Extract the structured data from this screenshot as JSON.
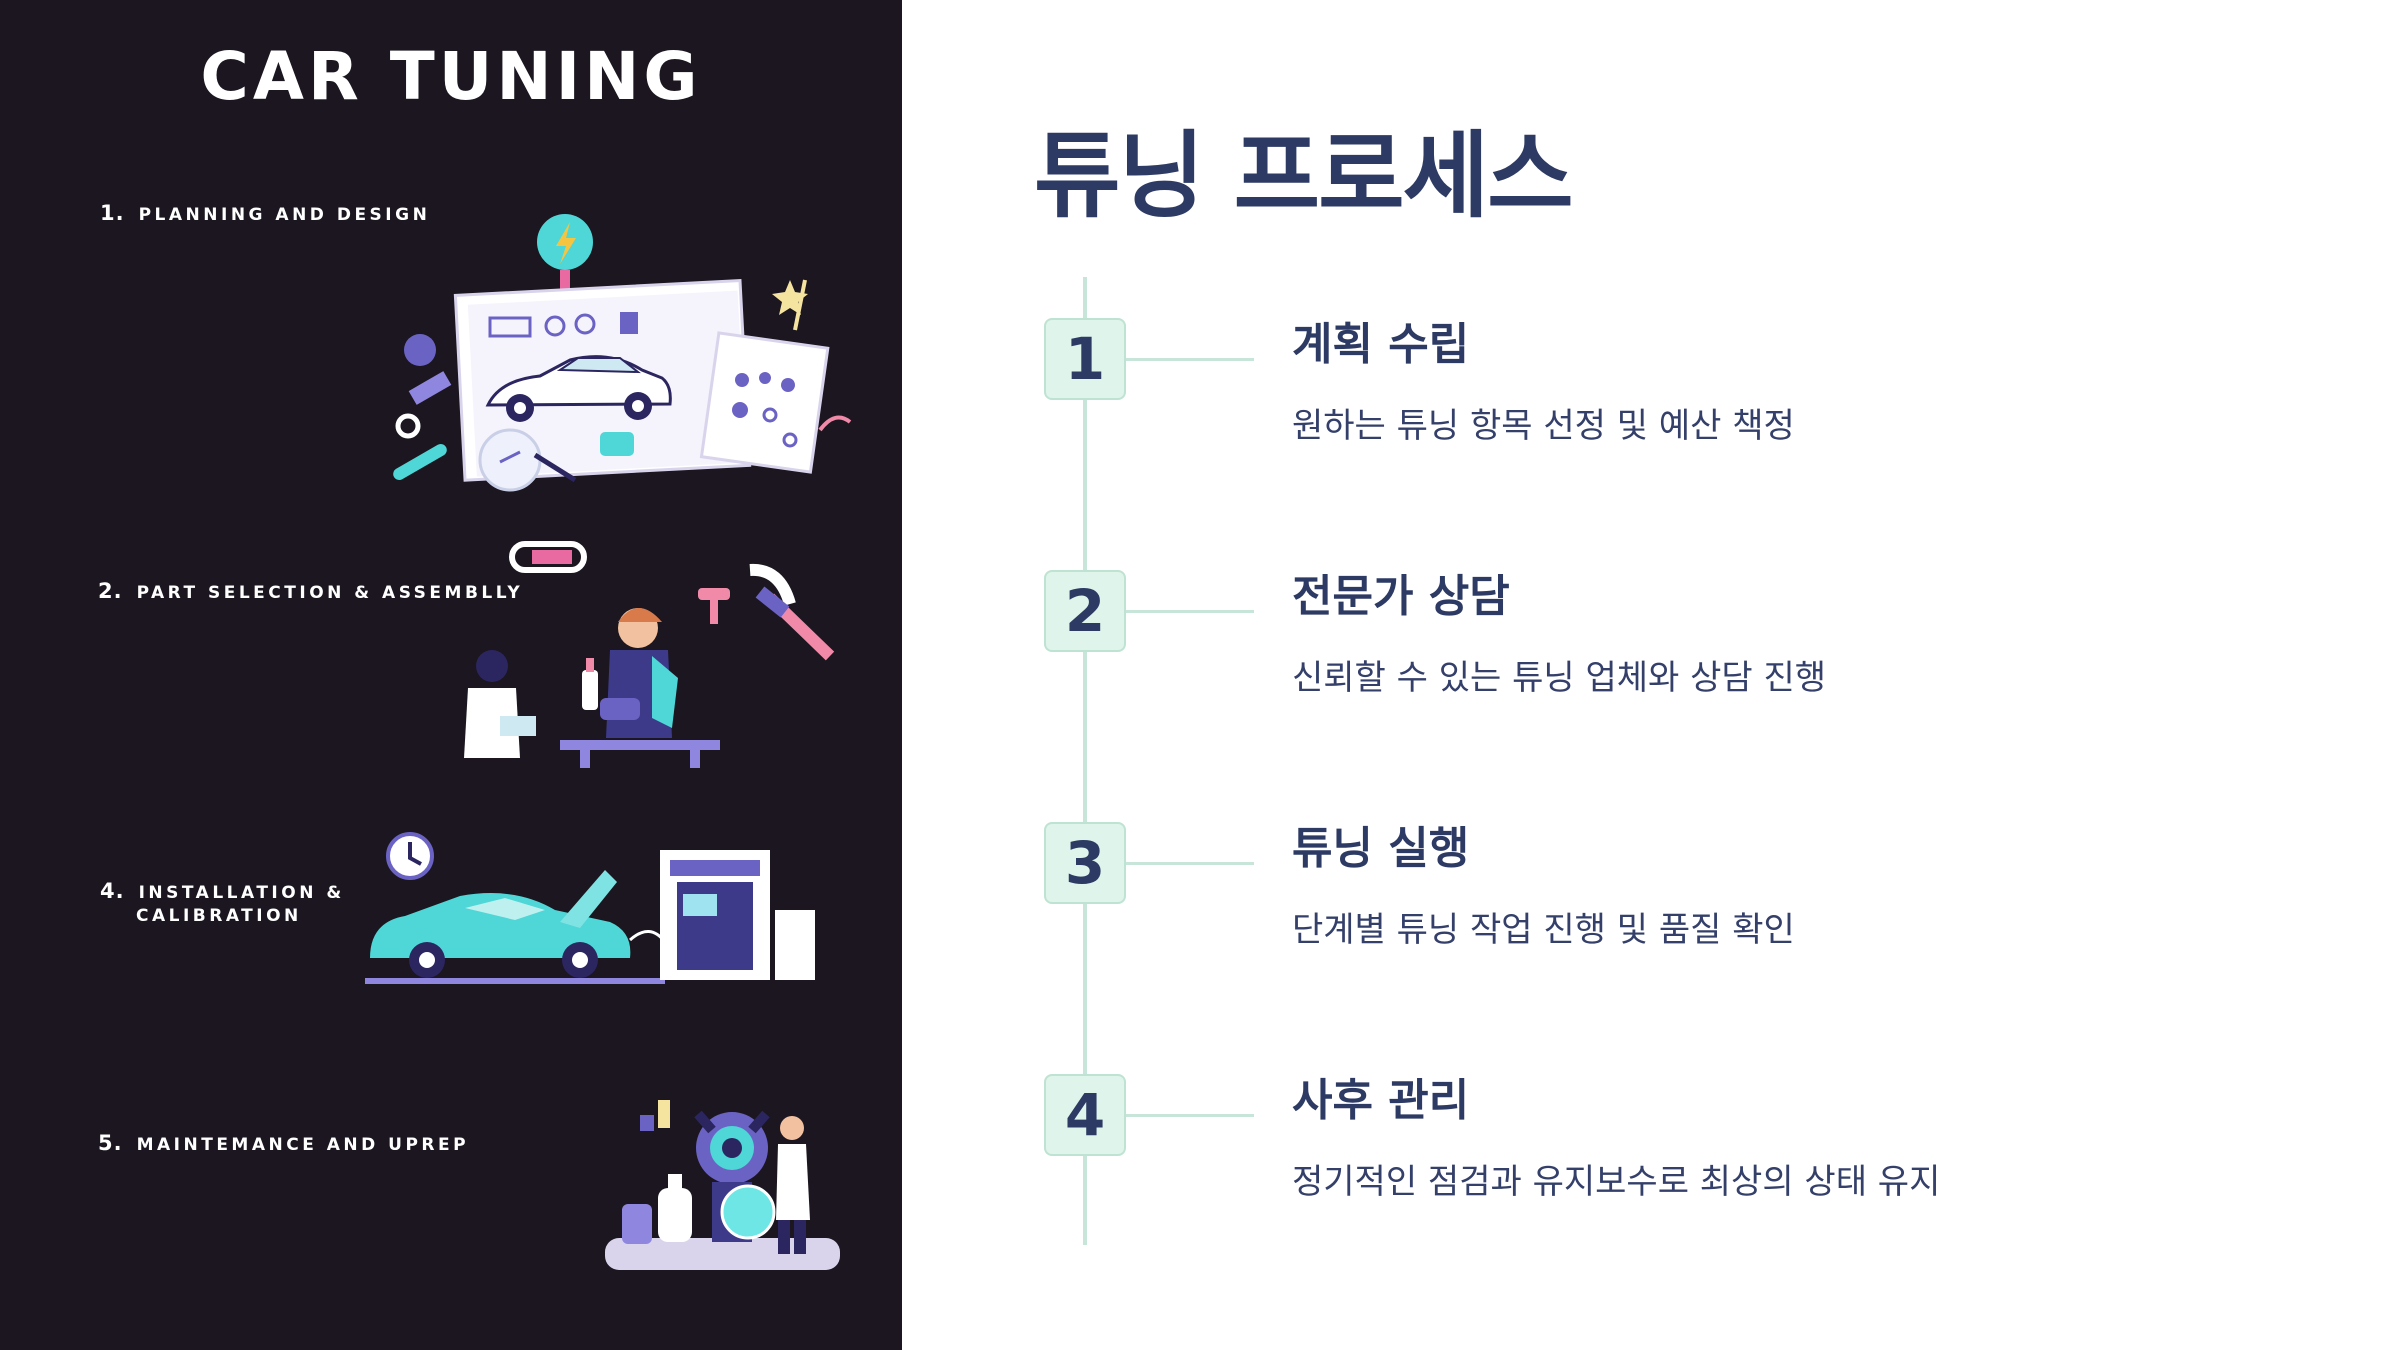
{
  "left": {
    "title": "CAR TUNING",
    "steps": [
      {
        "num": "1.",
        "line1": "PLANNING AND DESIGN",
        "line2": ""
      },
      {
        "num": "2.",
        "line1": "PART SELECTION & ASSEMBLLY",
        "line2": ""
      },
      {
        "num": "4.",
        "line1": "INSTALLATION &",
        "line2": "CALIBRATION"
      },
      {
        "num": "5.",
        "line1": "MAINTEMANCE AND UPREP",
        "line2": ""
      }
    ],
    "illustrations": {
      "planning": "car-blueprint-planning-illustration",
      "assembly": "mechanics-assembling-parts-illustration",
      "installation": "car-with-diagnostic-machine-illustration",
      "maintenance": "engine-maintenance-illustration"
    }
  },
  "main": {
    "title": "튜닝 프로세스",
    "steps": [
      {
        "number": "1",
        "title": "계획 수립",
        "description": "원하는 튜닝 항목 선정 및 예산 책정"
      },
      {
        "number": "2",
        "title": "전문가 상담",
        "description": "신뢰할 수 있는 튜닝 업체와 상담 진행"
      },
      {
        "number": "3",
        "title": "튜닝 실행",
        "description": "단계별 튜닝 작업 진행 및 품질 확인"
      },
      {
        "number": "4",
        "title": "사후 관리",
        "description": "정기적인 점검과 유지보수로 최상의 상태 유지"
      }
    ]
  },
  "colors": {
    "left_background": "#1b161f",
    "title_navy": "#2d3a63",
    "timeline_mint": "#c7e6d9",
    "box_fill": "#dff4ea",
    "accent_teal": "#4fd6d6",
    "accent_purple": "#6b63c4",
    "accent_pink": "#f08aa8"
  }
}
